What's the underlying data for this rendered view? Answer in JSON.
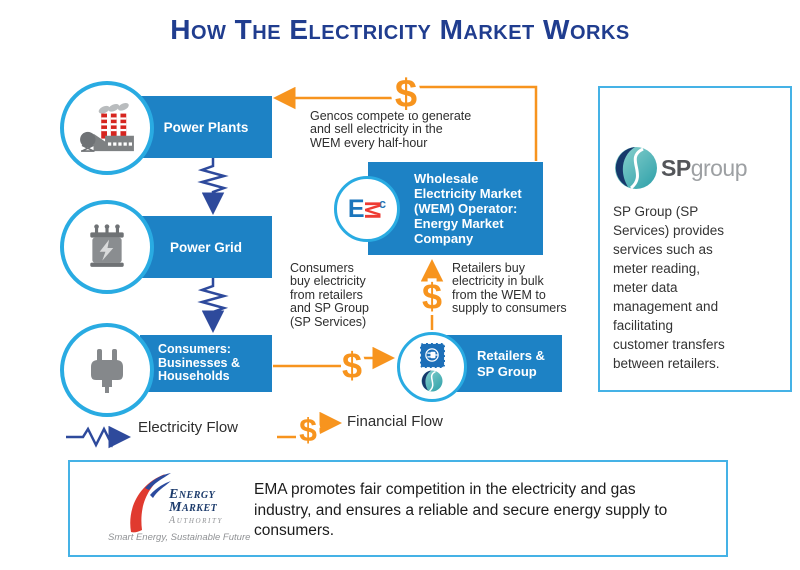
{
  "title": "How The Electricity Market Works",
  "nodes": {
    "power_plants": "Power Plants",
    "power_grid": "Power Grid",
    "consumers": "Consumers:\nBusinesses &\nHouseholds",
    "wem_operator": "Wholesale\nElectricity Market\n(WEM) Operator:\nEnergy Market\nCompany",
    "retailers": "Retailers &\nSP Group"
  },
  "annotations": {
    "gencos": "Gencos compete to generate\nand sell electricity in the\nWEM every half-hour",
    "consumers_buy": "Consumers\nbuy electricity\nfrom retailers\nand SP Group\n(SP Services)",
    "retailers_buy": "Retailers buy\nelectricity in bulk\nfrom the WEM to\nsupply to consumers"
  },
  "legend": {
    "electricity": "Electricity Flow",
    "financial": "Financial Flow"
  },
  "symbols": {
    "dollar": "$"
  },
  "emc_logo": {
    "e": "E",
    "m": "M",
    "c": "c"
  },
  "sp_panel": {
    "logo_sp": "SP",
    "logo_group": "group",
    "text": "SP Group (SP\nServices) provides\nservices such as\nmeter reading,\nmeter data\nmanagement and\nfacilitating\ncustomer transfers\nbetween retailers."
  },
  "ema_box": {
    "logo_line1": "Energy",
    "logo_line2": "Market",
    "logo_line3": "Authority",
    "tagline": "Smart Energy, Sustainable Future",
    "text": "EMA promotes fair competition in the electricity and gas\nindustry, and ensures a reliable and secure energy supply to\nconsumers."
  },
  "colors": {
    "title_navy": "#203d8f",
    "node_box_blue": "#1d82c5",
    "circle_border_blue": "#29abe2",
    "financial_orange": "#f7941e",
    "electricity_navy": "#2e4a9c",
    "panel_border_blue": "#45b2e6",
    "emc_blue": "#1b75bc",
    "emc_red": "#ee3b33"
  }
}
